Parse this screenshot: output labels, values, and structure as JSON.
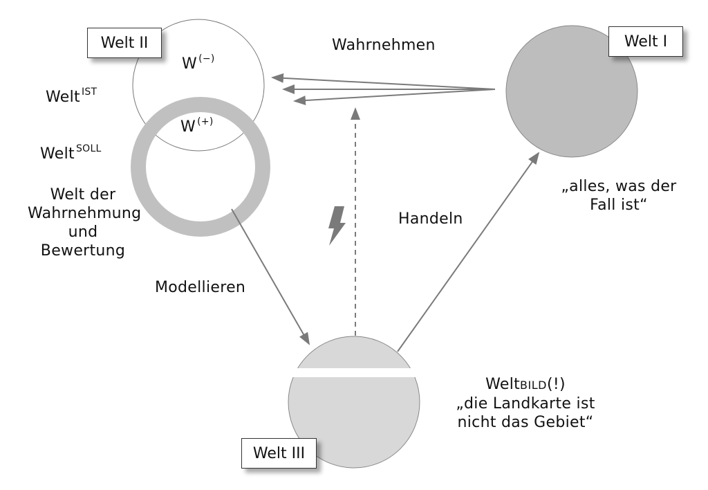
{
  "colors": {
    "arrow": "#7a7a7a",
    "welt1_fill": "#bdbdbd",
    "welt3_fill": "#d8d8d8",
    "soll_ring": "#c0c0c0",
    "outline": "#777777"
  },
  "worlds": {
    "welt1": {
      "label": "Welt I",
      "caption_line1": "„alles, was der",
      "caption_line2": "Fall ist“"
    },
    "welt2": {
      "label": "Welt II",
      "w_minus": "W",
      "w_minus_sup": "(−)",
      "w_plus": "W",
      "w_plus_sup": "(+)",
      "ist_base": "Welt",
      "ist_sup": "IST",
      "soll_base": "Welt",
      "soll_sup": "SOLL",
      "caption_lines": [
        "Welt der",
        "Wahrnehmung",
        "und",
        "Bewertung"
      ]
    },
    "welt3": {
      "label": "Welt III",
      "caption_base": "Welt",
      "caption_smallcaps": "BILD",
      "caption_tail": "(!)",
      "caption_line2": "„die Landkarte ist",
      "caption_line3": "nicht das Gebiet“"
    }
  },
  "relations": {
    "perceive": "Wahrnehmen",
    "act": "Handeln",
    "model": "Modellieren"
  },
  "icons": {
    "conflict": "lightning-bolt"
  }
}
